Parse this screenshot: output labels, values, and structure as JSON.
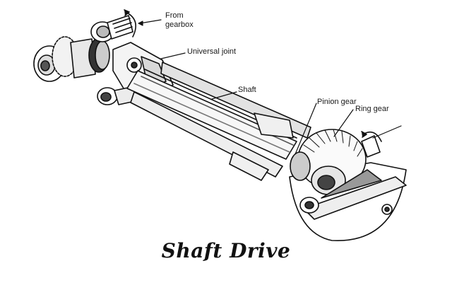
{
  "figure": {
    "caption": "Shaft Drive",
    "labels": {
      "from_gearbox_line1": "From",
      "from_gearbox_line2": "gearbox",
      "universal_joint": "Universal joint",
      "shaft": "Shaft",
      "pinion_gear": "Pinion gear",
      "ring_gear": "Ring gear"
    },
    "colors": {
      "ink": "#111111",
      "background": "#ffffff",
      "shade": "#8a8a8a"
    }
  }
}
